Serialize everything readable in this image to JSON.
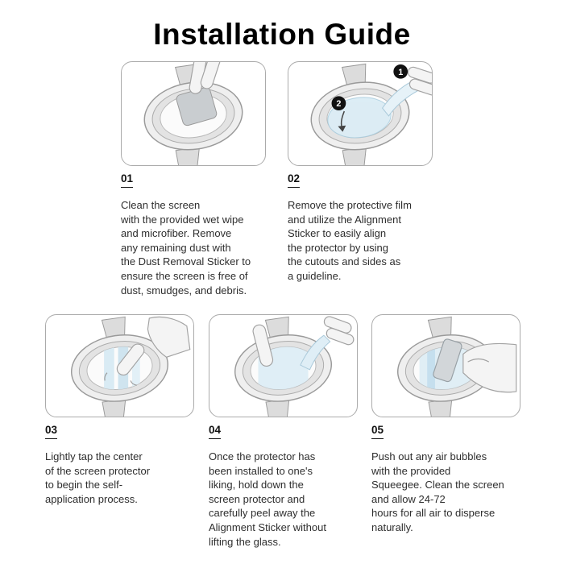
{
  "title": "Installation Guide",
  "steps": [
    {
      "number": "01",
      "text": "Clean the screen\nwith the provided wet wipe\nand microfiber. Remove\nany remaining dust with\nthe Dust Removal Sticker to\nensure the screen is free of\ndust, smudges, and debris."
    },
    {
      "number": "02",
      "text": "Remove the protective film\nand utilize the Alignment\nSticker to easily align\nthe protector by using\nthe cutouts and sides as\na guideline.",
      "badges": [
        "1",
        "2"
      ]
    },
    {
      "number": "03",
      "text": "Lightly tap the center\nof the screen protector\nto begin the self-\napplication process."
    },
    {
      "number": "04",
      "text": "Once the protector has\nbeen installed to one's\nliking, hold down the\nscreen protector and\ncarefully peel away the\nAlignment Sticker without\nlifting the glass."
    },
    {
      "number": "05",
      "text": "Push out any air bubbles\nwith the provided\nSqueegee. Clean the screen\nand allow 24-72\nhours for all air to disperse\nnaturally."
    }
  ],
  "colors": {
    "protector_blue": "#d9ebf4",
    "device_gray": "#efefef",
    "text": "#2e2e2e",
    "badge": "#111111"
  }
}
